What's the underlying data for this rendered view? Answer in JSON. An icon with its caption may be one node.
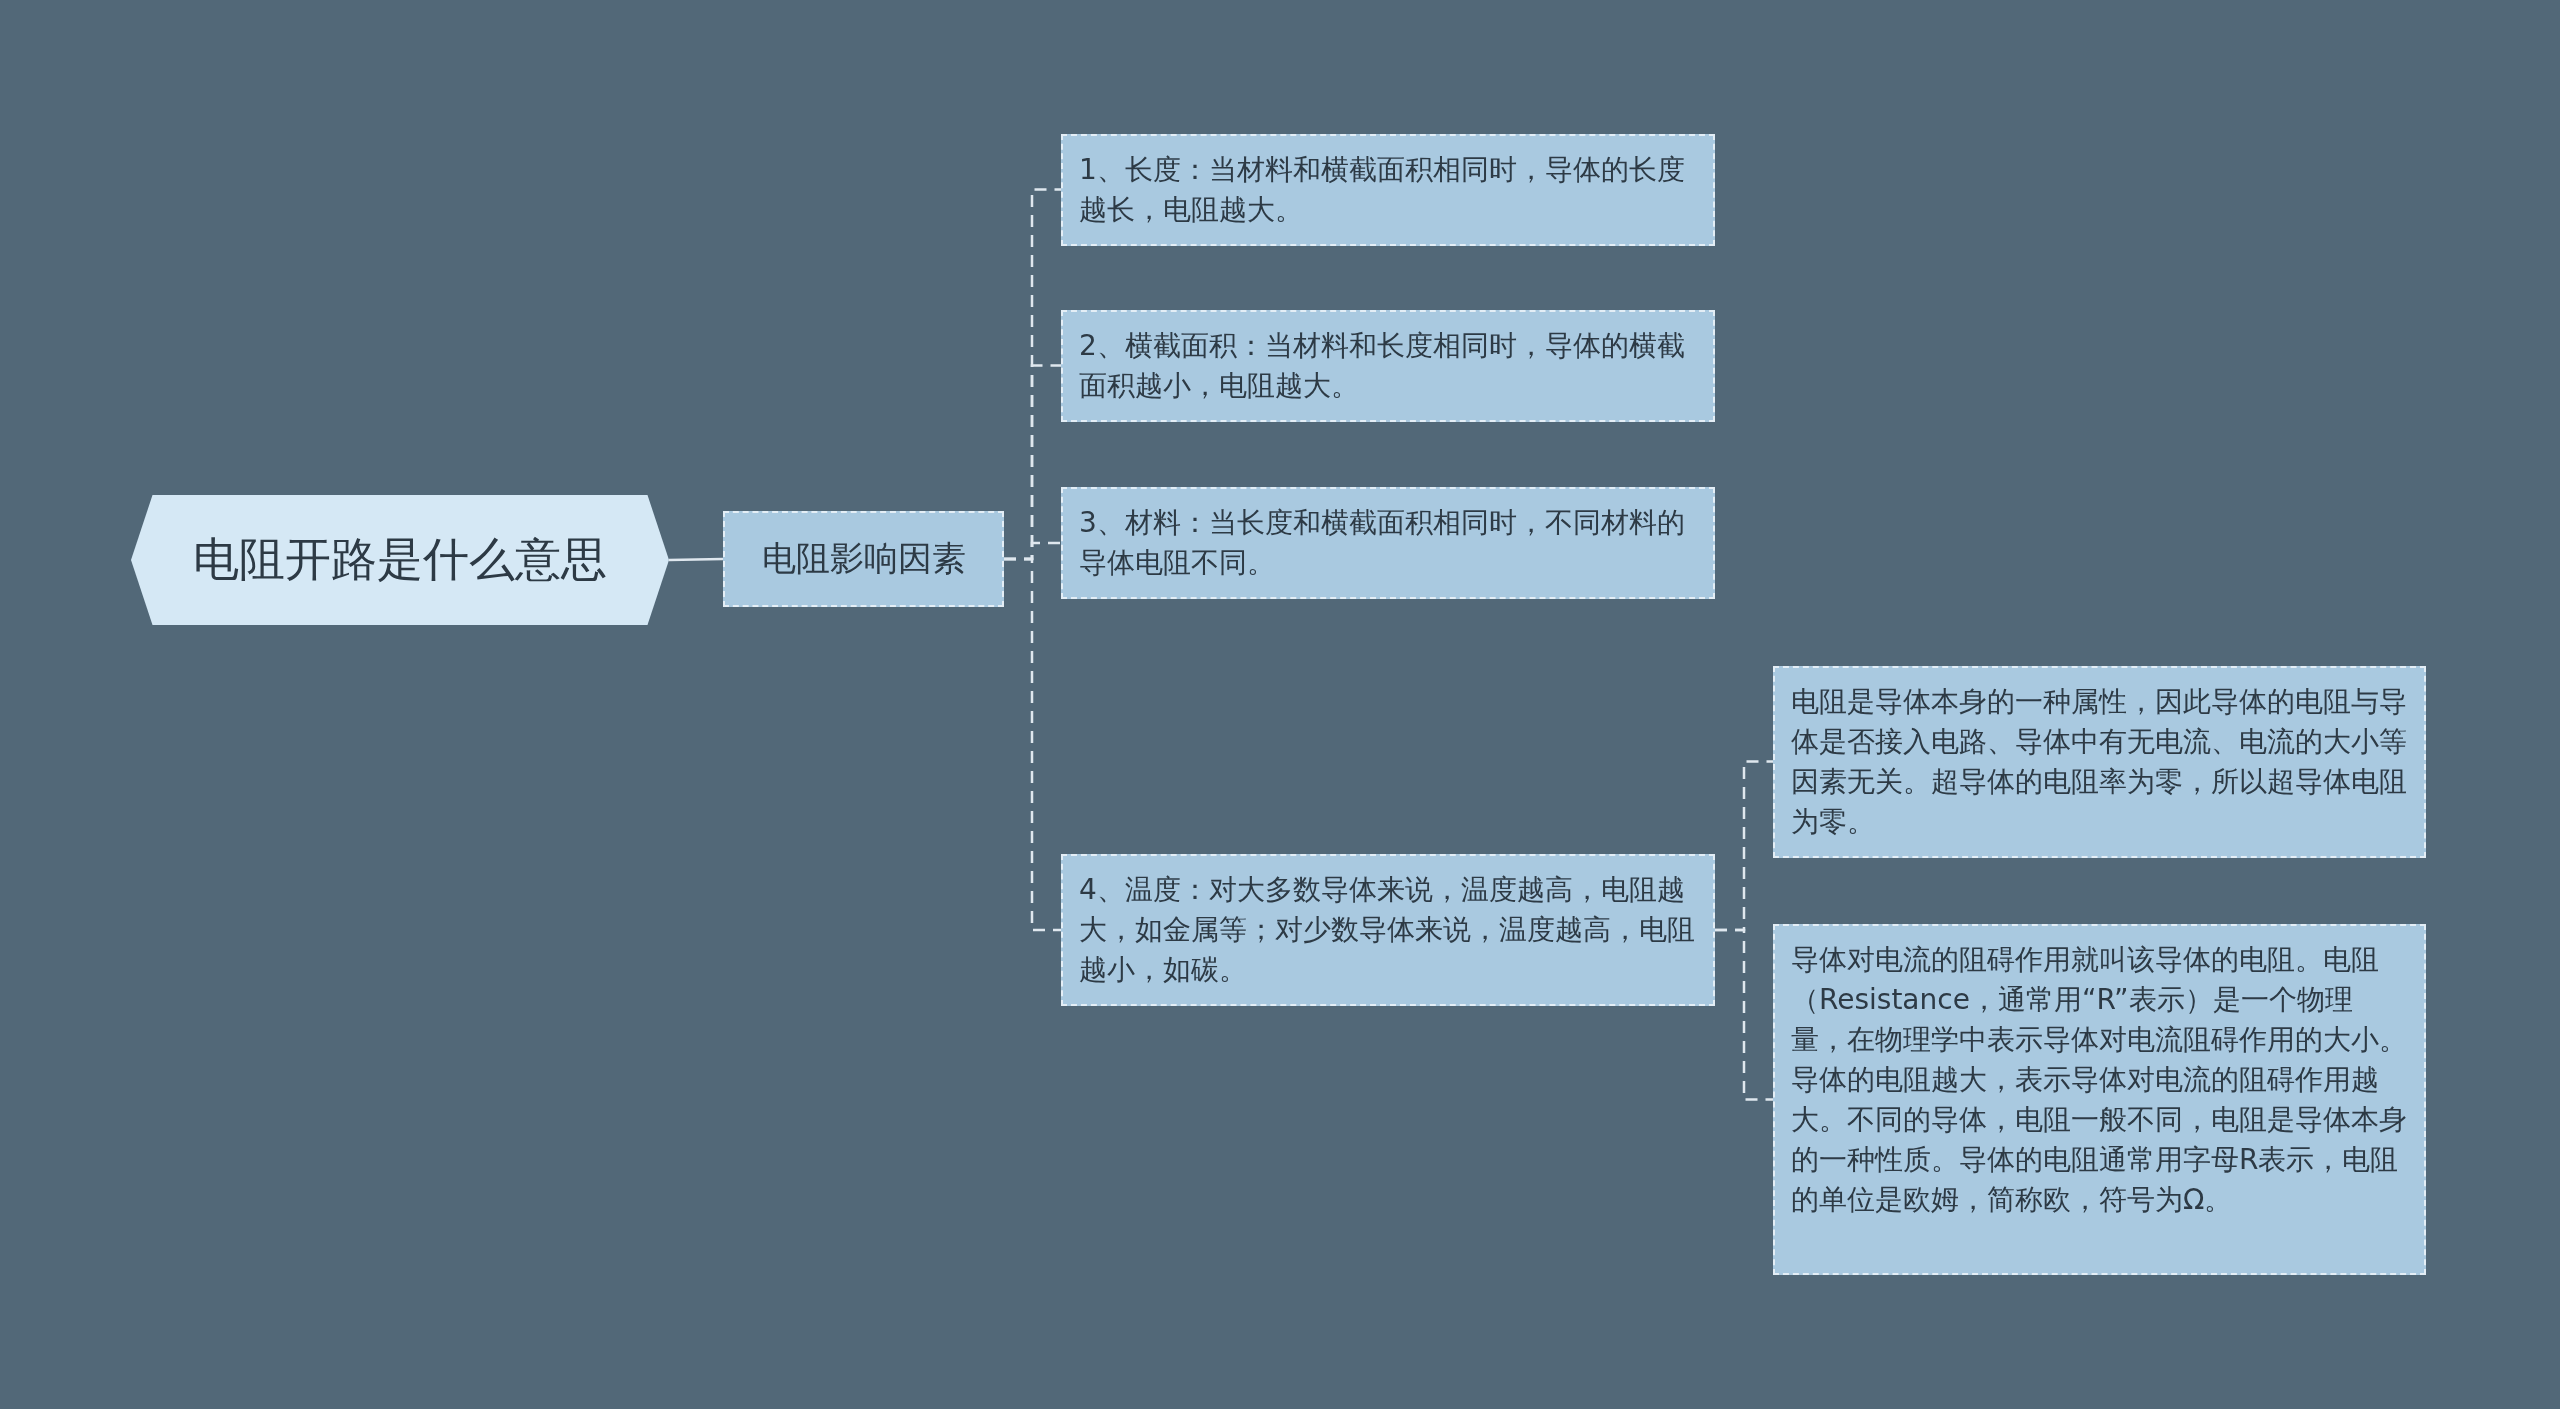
{
  "diagram": {
    "nodes": [
      {
        "text": [
          "电阻开路是什么意思"
        ]
      },
      {
        "text": [
          "电阻影响因素"
        ]
      },
      {
        "text": [
          "1、长度：当材料和横截面积相同时，导体的长度越长，电阻越大。"
        ]
      },
      {
        "text": [
          "2、横截面积：当材料和长度相同时，导体的横截面积越小，电阻越大。"
        ]
      },
      {
        "text": [
          "3、材料：当长度和横截面积相同时，不同材料的导体电阻不同。"
        ]
      },
      {
        "text": [
          "4、温度：对大多数导体来说，温度越高，电阻越大，如金属等；对少数导体来说，温度越高，电阻越小，如碳。"
        ]
      },
      {
        "text": [
          "电阻是导体本身的一种属性，因此导体的电阻与导体是否接入电路、导体中有无电流、电流的大小等因素无关。超导体的电阻率为零，所以超导体电阻为零。"
        ]
      },
      {
        "text": [
          "导体对电流的阻碍作用就叫该导体的电阻。电阻（Resistance，通常用“R”表示）是一个物理量，在物理学中表示导体对电流阻碍作用的大小。导体的电阻越大，表示导体对电流的阻碍作用越大。不同的导体，电阻一般不同，电阻是导体本身的一种性质。导体的电阻通常用字母R表示，电阻的单位是欧姆，简称欧，符号为Ω。"
        ]
      }
    ],
    "edges": [
      {
        "from": 0,
        "to": 1,
        "arrow": "none"
      },
      {
        "from": 1,
        "to": 2,
        "arrow": "none",
        "style": "dashed"
      },
      {
        "from": 1,
        "to": 3,
        "arrow": "none",
        "style": "dashed"
      },
      {
        "from": 1,
        "to": 4,
        "arrow": "none",
        "style": "dashed"
      },
      {
        "from": 1,
        "to": 5,
        "arrow": "none",
        "style": "dashed"
      },
      {
        "from": 5,
        "to": 6,
        "arrow": "none",
        "style": "dashed"
      },
      {
        "from": 5,
        "to": 7,
        "arrow": "none",
        "style": "dashed"
      }
    ]
  }
}
